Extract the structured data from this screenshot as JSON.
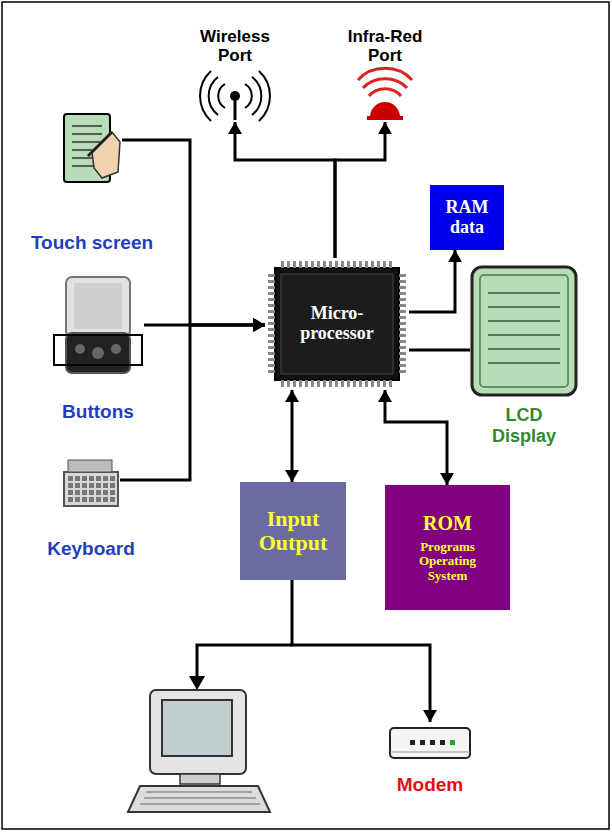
{
  "diagram": {
    "nodes": [
      {
        "text": [
          "Wireless Port"
        ]
      },
      {
        "text": [
          "Infra-Red Port"
        ]
      },
      {
        "text": [
          "Touch screen"
        ]
      },
      {
        "text": [
          "RAM data"
        ]
      },
      {
        "text": [
          "Micro- processor"
        ]
      },
      {
        "text": [
          "Buttons"
        ]
      },
      {
        "text": [
          "LCD Display"
        ]
      },
      {
        "text": [
          "Keyboard"
        ]
      },
      {
        "text": [
          "Input Output"
        ]
      },
      {
        "text": [
          "ROM",
          "Programs Operating System"
        ]
      },
      {
        "text": [
          "Modem"
        ]
      }
    ],
    "edges": [
      {
        "from": 4,
        "to": 0,
        "arrow": "to"
      },
      {
        "from": 4,
        "to": 1,
        "arrow": "to"
      },
      {
        "from": 2,
        "to": 4,
        "arrow": "to"
      },
      {
        "from": 5,
        "to": 4,
        "arrow": "to"
      },
      {
        "from": 7,
        "to": 4,
        "arrow": "to"
      },
      {
        "from": 4,
        "to": 3,
        "arrow": "to"
      },
      {
        "from": 4,
        "to": 6,
        "arrow": "none"
      },
      {
        "from": 4,
        "to": 8,
        "arrow": "both"
      },
      {
        "from": 4,
        "to": 9,
        "arrow": "both"
      },
      {
        "from": 8,
        "to": 10,
        "arrow": "to"
      }
    ]
  }
}
